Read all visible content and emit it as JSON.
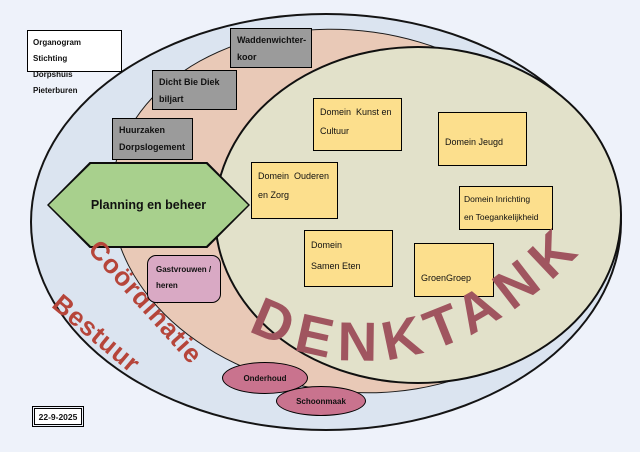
{
  "title_box": {
    "line1": "Organogram  Stichting",
    "line2": "Dorpshuis Pieterburen"
  },
  "date_box": {
    "label": "22-9-2025"
  },
  "ring_labels": {
    "bestuur": "Bestuur",
    "coordinatie": "Coördinatie",
    "denktank": "DENKTANK"
  },
  "activity_boxes": {
    "waddenwichterkoor": {
      "line1": "Waddenwichter-",
      "line2": "koor"
    },
    "dicht_bie_diek": {
      "line1": "Dicht Bie Diek",
      "line2": "biljart"
    },
    "huurzaken": {
      "line1": "Huurzaken",
      "line2": "Dorpslogement"
    }
  },
  "process_shapes": {
    "planning": {
      "label": "Planning en beheer"
    }
  },
  "domain_boxes": {
    "kunst_en_cultuur": {
      "line1": "Domein  Kunst en",
      "line2": "Cultuur"
    },
    "jeugd": {
      "line1": "Domein Jeugd"
    },
    "ouderen_en_zorg": {
      "line1": "Domein  Ouderen",
      "line2": "en Zorg"
    },
    "inrichting": {
      "line1": "Domein Inrichting",
      "line2": "en Toegankelijkheid"
    },
    "samen_eten": {
      "line1": "Domein",
      "line2": "Samen Eten"
    },
    "groengroep": {
      "line1": "GroenGroep"
    }
  },
  "support_shapes": {
    "gastvrouwen": {
      "line1": "Gastvrouwen /",
      "line2": "heren"
    },
    "onderhoud": {
      "label": "Onderhoud"
    },
    "schoonmaak": {
      "label": "Schoonmaak"
    }
  },
  "colors": {
    "page_background": "#EEF2FA",
    "bestuur_ring": "#DBE4F0",
    "coordinatie_ring": "#E9C9B7",
    "denktank_ring": "#E2E1CA",
    "activity_box": "#9B9B9B",
    "domain_box": "#FCDF8D",
    "hexagon": "#A8D08D",
    "gastvrouwen_box": "#D9A9C4",
    "support_oval": "#C9738E",
    "ring_label_text": "#B6453A",
    "denktank_text": "#A0555F"
  }
}
